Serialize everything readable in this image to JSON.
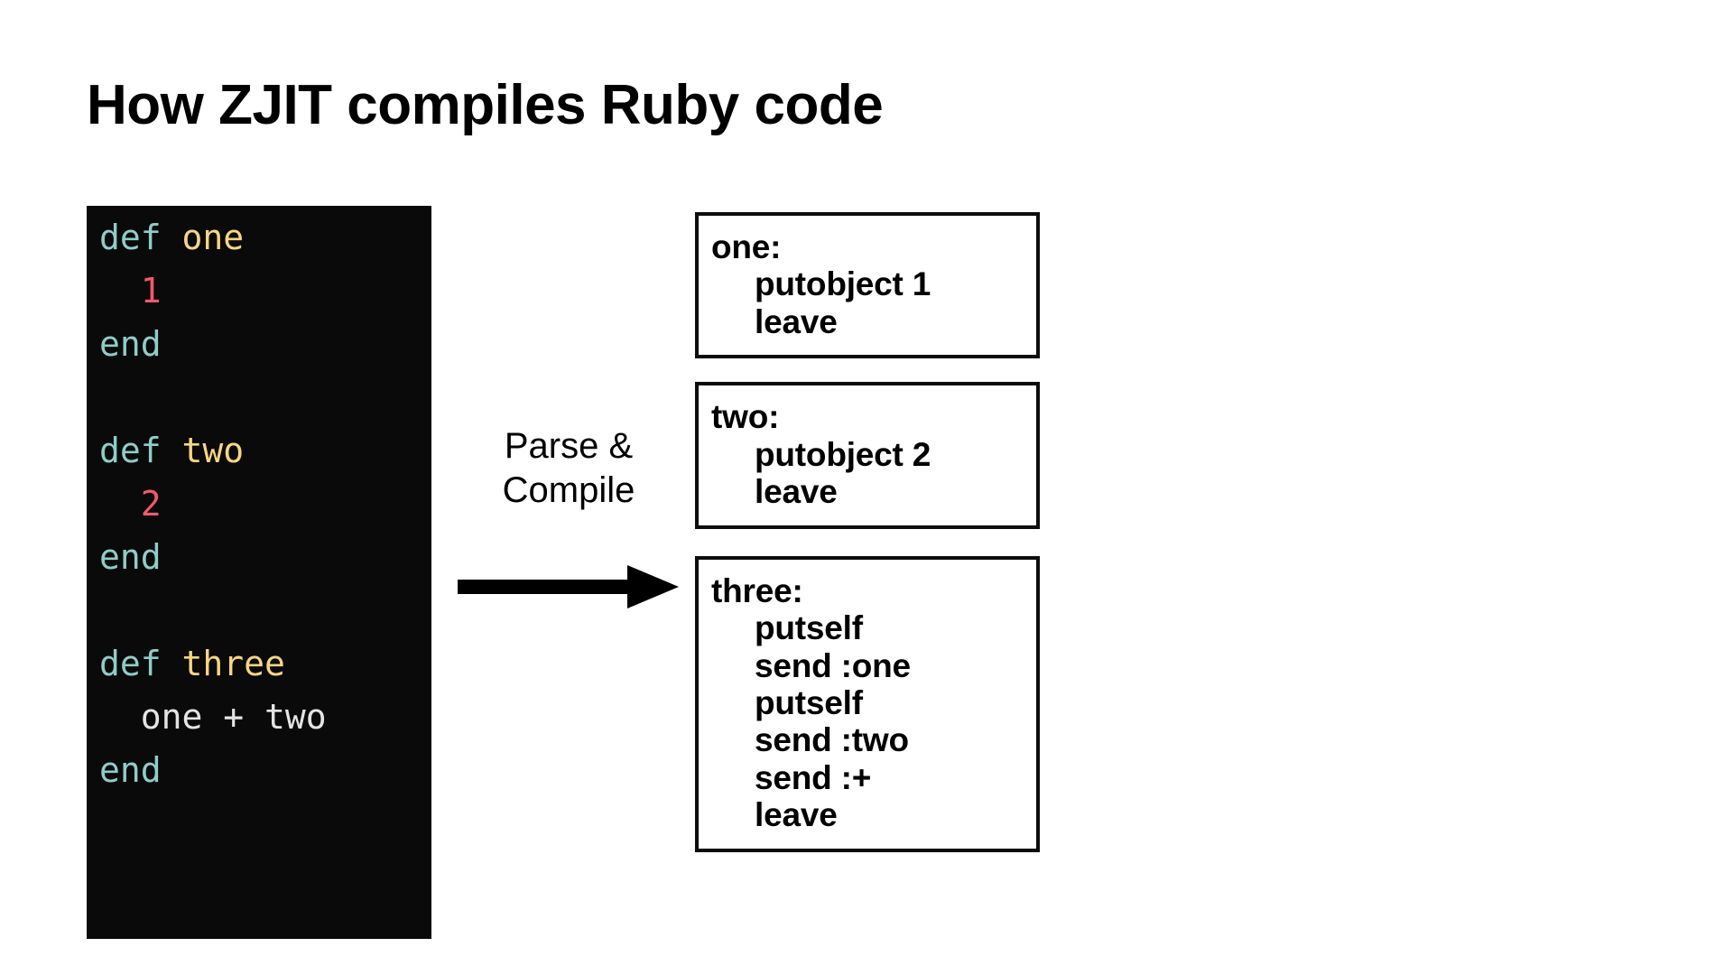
{
  "slide": {
    "title": "How ZJIT compiles Ruby code",
    "background_color": "#ffffff"
  },
  "code_panel": {
    "background_color": "#0a0a0a",
    "syntax_colors": {
      "keyword": "#8ecdc8",
      "method_name": "#f7d583",
      "number": "#f2596a",
      "plain": "#e4e4e4"
    },
    "lines": [
      {
        "id": "l1",
        "tokens": [
          {
            "text": "def ",
            "kind": "kw"
          },
          {
            "text": "one",
            "kind": "fn"
          }
        ]
      },
      {
        "id": "l2",
        "tokens": [
          {
            "text": "  ",
            "kind": "plain"
          },
          {
            "text": "1",
            "kind": "num"
          }
        ]
      },
      {
        "id": "l3",
        "tokens": [
          {
            "text": "end",
            "kind": "kw"
          }
        ]
      },
      {
        "id": "l4",
        "tokens": [
          {
            "text": "",
            "kind": "plain"
          }
        ]
      },
      {
        "id": "l5",
        "tokens": [
          {
            "text": "def ",
            "kind": "kw"
          },
          {
            "text": "two",
            "kind": "fn"
          }
        ]
      },
      {
        "id": "l6",
        "tokens": [
          {
            "text": "  ",
            "kind": "plain"
          },
          {
            "text": "2",
            "kind": "num"
          }
        ]
      },
      {
        "id": "l7",
        "tokens": [
          {
            "text": "end",
            "kind": "kw"
          }
        ]
      },
      {
        "id": "l8",
        "tokens": [
          {
            "text": "",
            "kind": "plain"
          }
        ]
      },
      {
        "id": "l9",
        "tokens": [
          {
            "text": "def ",
            "kind": "kw"
          },
          {
            "text": "three",
            "kind": "fn"
          }
        ]
      },
      {
        "id": "l10",
        "tokens": [
          {
            "text": "  one + two",
            "kind": "plain"
          }
        ]
      },
      {
        "id": "l11",
        "tokens": [
          {
            "text": "end",
            "kind": "kw"
          }
        ]
      }
    ],
    "plain_text": "def one\n  1\nend\n\ndef two\n  2\nend\n\ndef three\n  one + two\nend"
  },
  "transition": {
    "label_line1": "Parse &",
    "label_line2": "Compile",
    "arrow_direction": "right",
    "arrow_color": "#000000"
  },
  "bytecode": {
    "boxes": [
      {
        "id": "one",
        "label": "one:",
        "instructions": [
          "putobject 1",
          "leave"
        ]
      },
      {
        "id": "two",
        "label": "two:",
        "instructions": [
          "putobject 2",
          "leave"
        ]
      },
      {
        "id": "three",
        "label": "three:",
        "instructions": [
          "putself",
          "send :one",
          "putself",
          "send :two",
          "send :+",
          "leave"
        ]
      }
    ]
  }
}
